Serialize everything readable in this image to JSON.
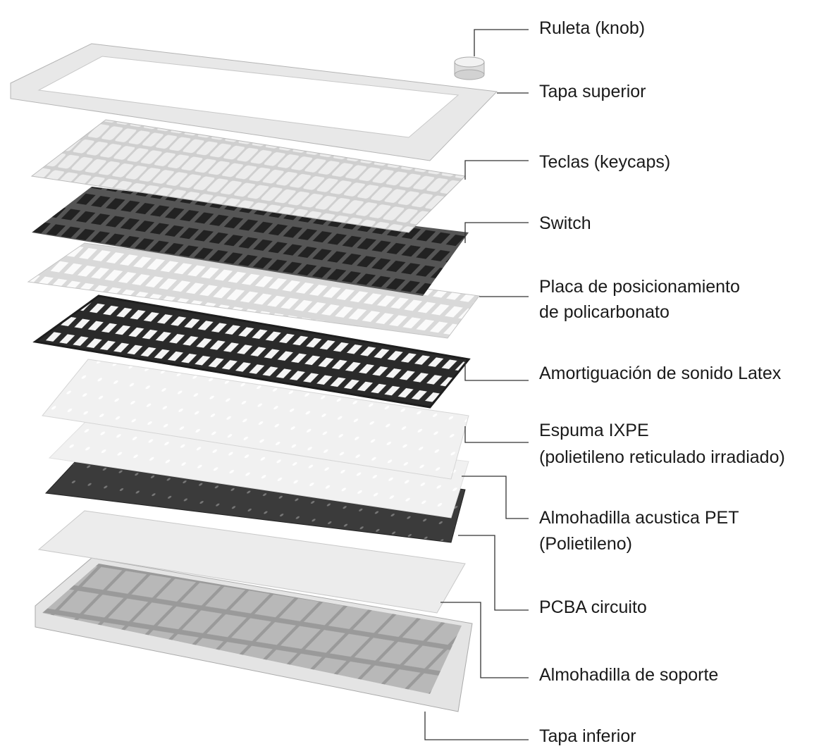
{
  "title": "Exploded keyboard view",
  "labels": {
    "knob": "Ruleta (knob)",
    "top_case": "Tapa superior",
    "keycaps": "Teclas (keycaps)",
    "switch": "Switch",
    "plate_1": "Placa de posicionamiento",
    "plate_2": "de policarbonato",
    "latex": "Amortiguación de sonido Latex",
    "ixpe_1": "Espuma IXPE",
    "ixpe_2": "(polietileno reticulado irradiado)",
    "pet_1": "Almohadilla acustica PET",
    "pet_2": "(Polietileno)",
    "pcba": "PCBA circuito",
    "support": "Almohadilla de soporte",
    "bottom_case": "Tapa inferior"
  },
  "colors": {
    "leader": "#333333",
    "light_part": "#eeeeee",
    "dark_part": "#2e2e2e"
  }
}
